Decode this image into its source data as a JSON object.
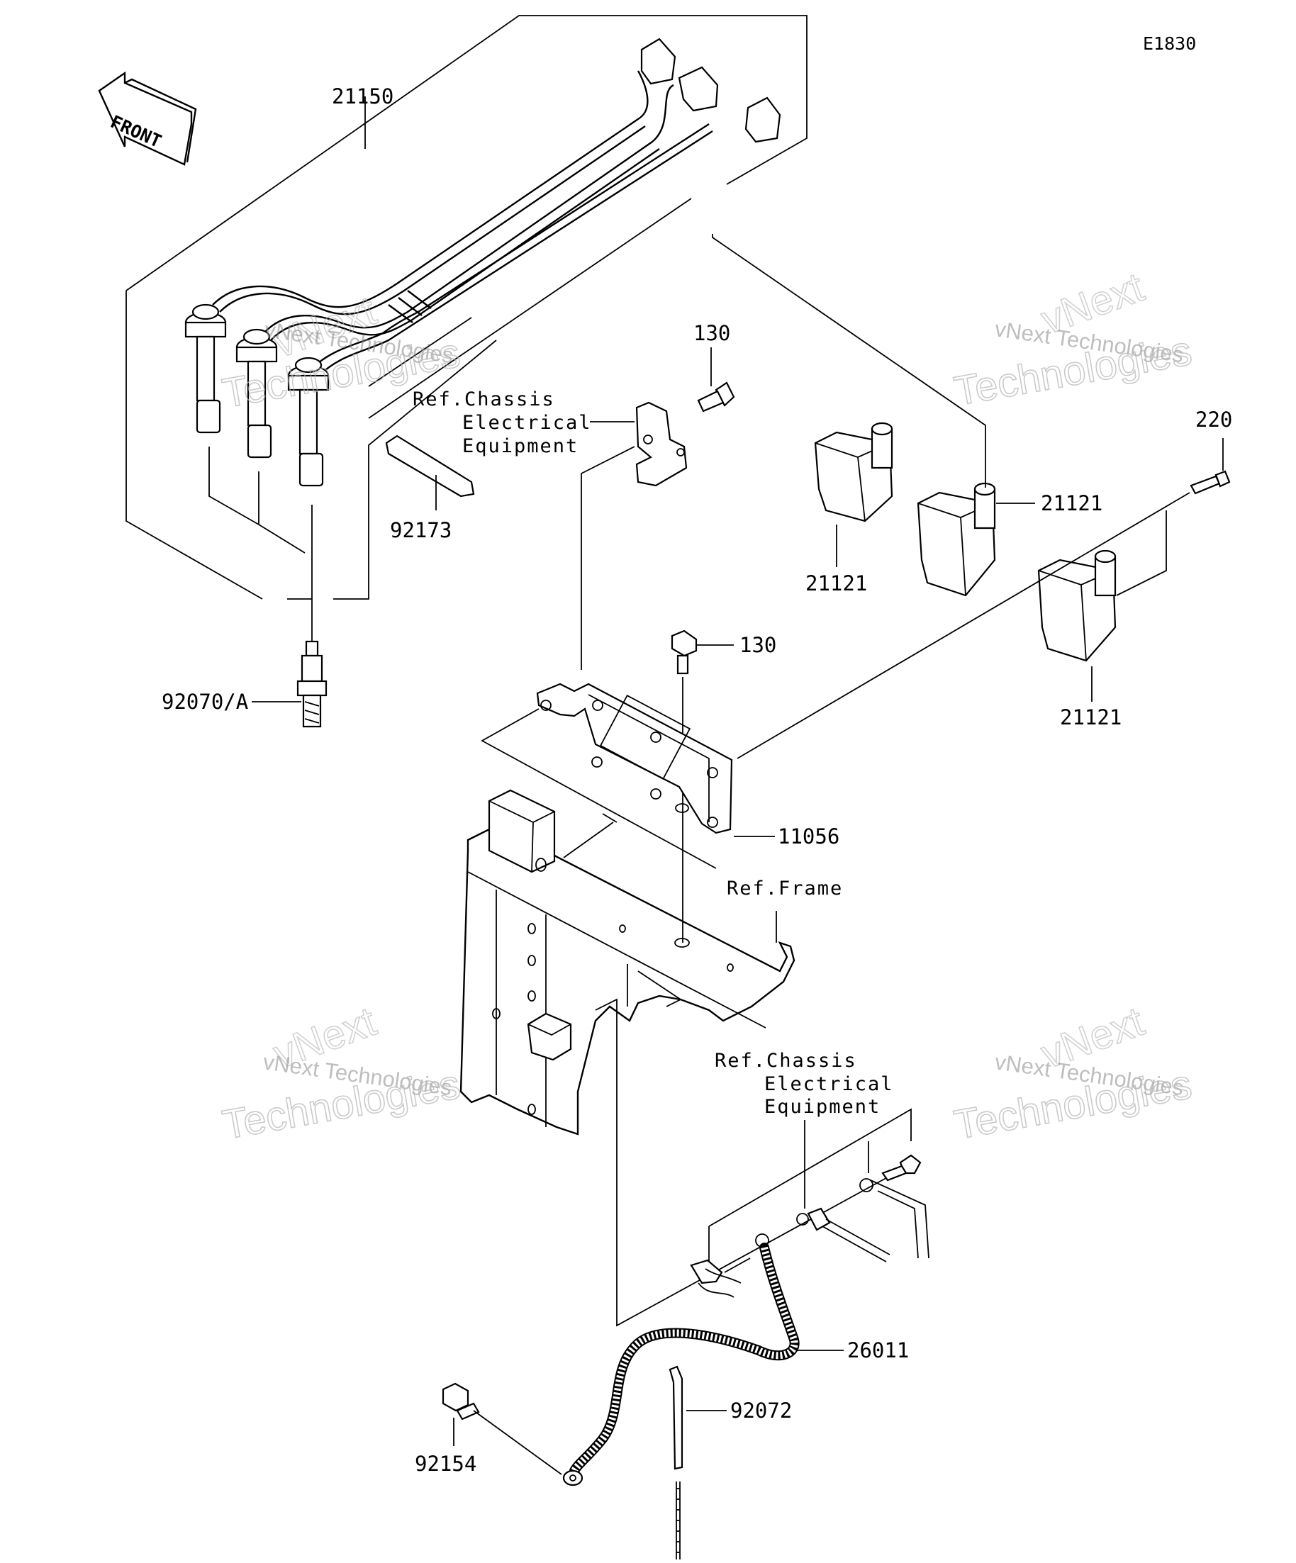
{
  "diagram_code": "E1830",
  "front_label": "FRONT",
  "parts": {
    "p21150": "21150",
    "p92173": "92173",
    "p92070A": "92070/A",
    "p130a": "130",
    "p130b": "130",
    "p220": "220",
    "p21121a": "21121",
    "p21121b": "21121",
    "p21121c": "21121",
    "p11056": "11056",
    "p26011": "26011",
    "p92072": "92072",
    "p92154": "92154"
  },
  "references": {
    "chassis_top": [
      "Ref.Chassis",
      "Electrical",
      "Equipment"
    ],
    "frame": "Ref.Frame",
    "chassis_bottom": [
      "Ref.Chassis",
      "Electrical",
      "Equipment"
    ]
  },
  "watermark": {
    "line1": "vNext",
    "line2": "vNext Technologies",
    "line3": "Technologies"
  }
}
